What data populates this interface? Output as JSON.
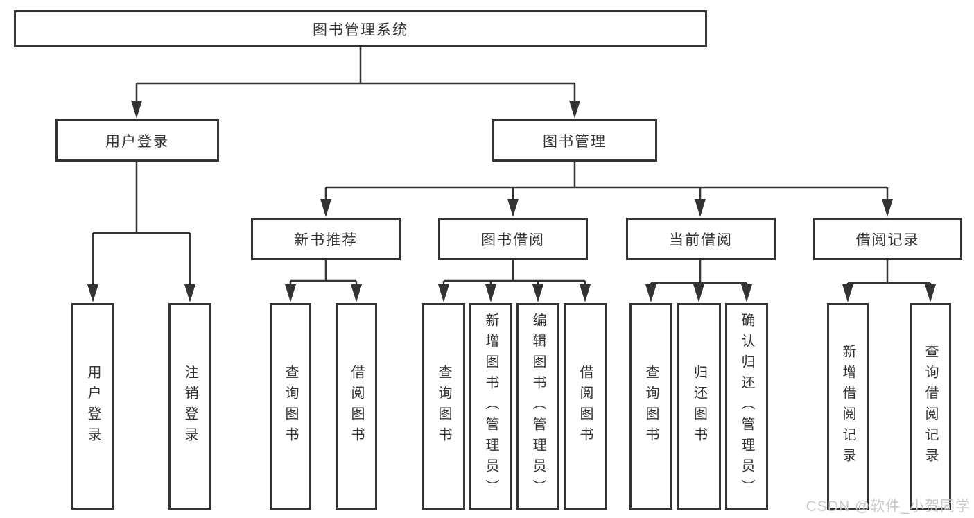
{
  "diagram_title": "图书管理系统",
  "tree": {
    "label": "图书管理系统",
    "children": [
      {
        "label": "用户登录",
        "children": [
          {
            "label": "用户登录"
          },
          {
            "label": "注销登录"
          }
        ]
      },
      {
        "label": "图书管理",
        "children": [
          {
            "label": "新书推荐",
            "children": [
              {
                "label": "查询图书"
              },
              {
                "label": "借阅图书"
              }
            ]
          },
          {
            "label": "图书借阅",
            "children": [
              {
                "label": "查询图书"
              },
              {
                "label": "新增图书（管理员）"
              },
              {
                "label": "编辑图书（管理员）"
              },
              {
                "label": "借阅图书"
              }
            ]
          },
          {
            "label": "当前借阅",
            "children": [
              {
                "label": "查询图书"
              },
              {
                "label": "归还图书"
              },
              {
                "label": "确认归还（管理员）"
              }
            ]
          },
          {
            "label": "借阅记录",
            "children": [
              {
                "label": "新增借阅记录"
              },
              {
                "label": "查询借阅记录"
              }
            ]
          }
        ]
      }
    ]
  },
  "watermark": "CSDN @软件_小贺同学",
  "colors": {
    "line": "#333333",
    "box_border": "#333333",
    "box_background": "#ffffff",
    "text": "#333333",
    "watermark": "#c6c6c6"
  }
}
